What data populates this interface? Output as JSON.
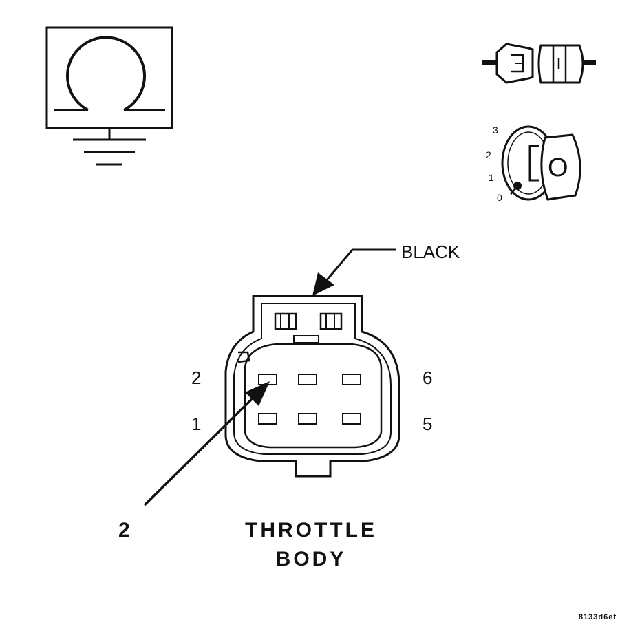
{
  "callout_color": "BLACK",
  "pin_labels": {
    "top_left": "2",
    "bottom_left": "1",
    "top_right": "6",
    "bottom_right": "5"
  },
  "ignition_positions": [
    "3",
    "2",
    "1",
    "0"
  ],
  "ignition_key_glyph": "O",
  "pointer_label": "2",
  "component_name": {
    "line1": "THROTTLE",
    "line2": "BODY"
  },
  "figure_id": "8133d6ef",
  "icons": {
    "meter": "ohmmeter-ground-icon",
    "connector": "disconnected-connector-icon",
    "ignition": "ignition-key-icon"
  }
}
